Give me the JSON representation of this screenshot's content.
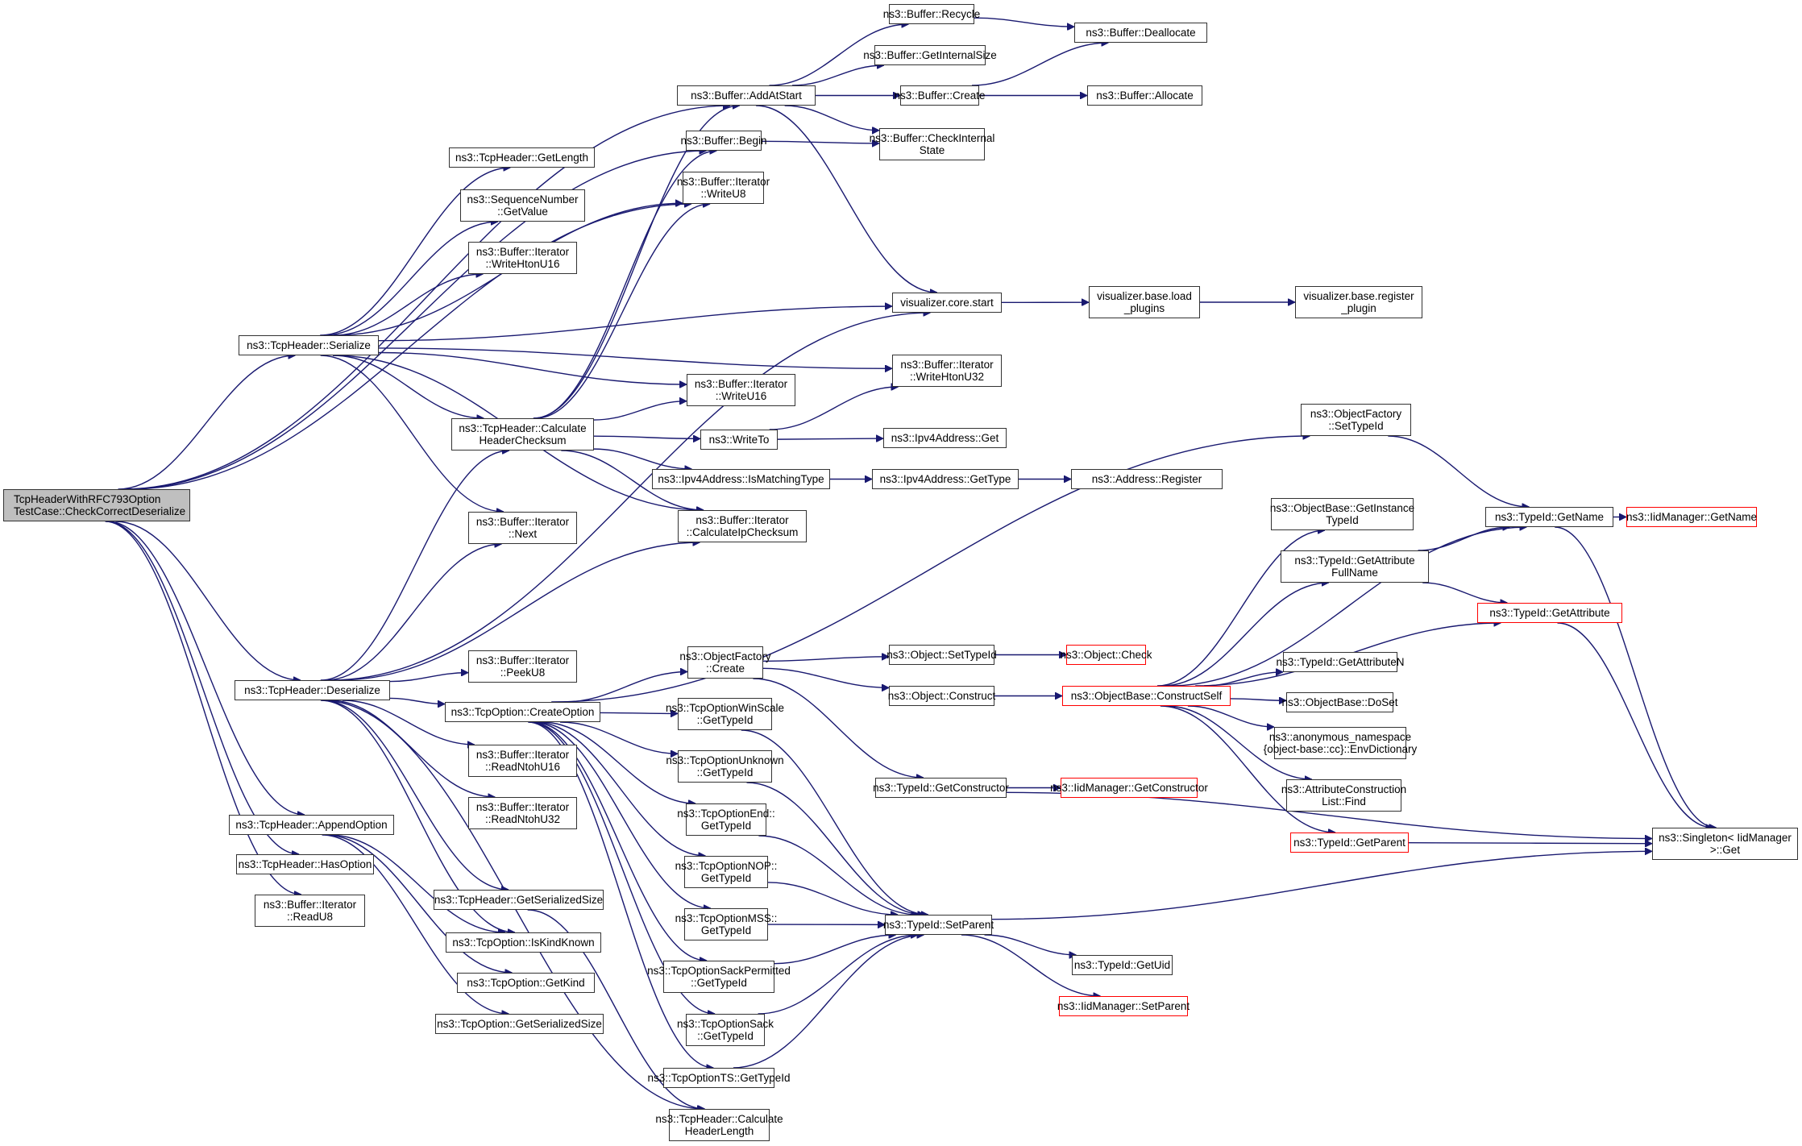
{
  "title": "Call graph: TcpHeaderWithRFC793OptionTestCase::CheckCorrectDeserialize",
  "colors": {
    "edge": "#191970",
    "root_fill": "#bfbfbf",
    "truncated_border": "#ff0000",
    "border": "#333333"
  },
  "nodes": [
    {
      "id": "root",
      "label": "TcpHeaderWithRFC793Option\nTestCase::CheckCorrectDeserialize",
      "kind": "root"
    },
    {
      "id": "ser",
      "label": "ns3::TcpHeader::Serialize"
    },
    {
      "id": "deser",
      "label": "ns3::TcpHeader::Deserialize"
    },
    {
      "id": "append",
      "label": "ns3::TcpHeader::AppendOption"
    },
    {
      "id": "hasopt",
      "label": "ns3::TcpHeader::HasOption"
    },
    {
      "id": "readu8",
      "label": "ns3::Buffer::Iterator\n::ReadU8"
    },
    {
      "id": "getlen",
      "label": "ns3::TcpHeader::GetLength"
    },
    {
      "id": "seqval",
      "label": "ns3::SequenceNumber\n::GetValue"
    },
    {
      "id": "whu16",
      "label": "ns3::Buffer::Iterator\n::WriteHtonU16"
    },
    {
      "id": "calchk",
      "label": "ns3::TcpHeader::Calculate\nHeaderChecksum"
    },
    {
      "id": "next",
      "label": "ns3::Buffer::Iterator\n::Next"
    },
    {
      "id": "peeku8",
      "label": "ns3::Buffer::Iterator\n::PeekU8"
    },
    {
      "id": "createopt",
      "label": "ns3::TcpOption::CreateOption"
    },
    {
      "id": "rnu16",
      "label": "ns3::Buffer::Iterator\n::ReadNtohU16"
    },
    {
      "id": "rnu32",
      "label": "ns3::Buffer::Iterator\n::ReadNtohU32"
    },
    {
      "id": "getser",
      "label": "ns3::TcpHeader::GetSerializedSize"
    },
    {
      "id": "iskind",
      "label": "ns3::TcpOption::IsKindKnown"
    },
    {
      "id": "getkind",
      "label": "ns3::TcpOption::GetKind"
    },
    {
      "id": "optser",
      "label": "ns3::TcpOption::GetSerializedSize"
    },
    {
      "id": "addstart",
      "label": "ns3::Buffer::AddAtStart"
    },
    {
      "id": "begin",
      "label": "ns3::Buffer::Begin"
    },
    {
      "id": "wu8",
      "label": "ns3::Buffer::Iterator\n::WriteU8"
    },
    {
      "id": "wu16",
      "label": "ns3::Buffer::Iterator\n::WriteU16"
    },
    {
      "id": "writeto",
      "label": "ns3::WriteTo"
    },
    {
      "id": "ismatch",
      "label": "ns3::Ipv4Address::IsMatchingType"
    },
    {
      "id": "calcip",
      "label": "ns3::Buffer::Iterator\n::CalculateIpChecksum"
    },
    {
      "id": "ofcreate",
      "label": "ns3::ObjectFactory\n::Create"
    },
    {
      "id": "winscale",
      "label": "ns3::TcpOptionWinScale\n::GetTypeId"
    },
    {
      "id": "unknown",
      "label": "ns3::TcpOptionUnknown\n::GetTypeId"
    },
    {
      "id": "optend",
      "label": "ns3::TcpOptionEnd::\nGetTypeId"
    },
    {
      "id": "optnop",
      "label": "ns3::TcpOptionNOP::\nGetTypeId"
    },
    {
      "id": "optmss",
      "label": "ns3::TcpOptionMSS::\nGetTypeId"
    },
    {
      "id": "sackperm",
      "label": "ns3::TcpOptionSackPermitted\n::GetTypeId"
    },
    {
      "id": "sack",
      "label": "ns3::TcpOptionSack\n::GetTypeId"
    },
    {
      "id": "optts",
      "label": "ns3::TcpOptionTS::GetTypeId"
    },
    {
      "id": "calclen",
      "label": "ns3::TcpHeader::Calculate\nHeaderLength"
    },
    {
      "id": "recycle",
      "label": "ns3::Buffer::Recycle"
    },
    {
      "id": "intsize",
      "label": "ns3::Buffer::GetInternalSize"
    },
    {
      "id": "bcreate",
      "label": "ns3::Buffer::Create"
    },
    {
      "id": "chkint",
      "label": "ns3::Buffer::CheckInternal\nState"
    },
    {
      "id": "vstart",
      "label": "visualizer.core.start"
    },
    {
      "id": "whu32",
      "label": "ns3::Buffer::Iterator\n::WriteHtonU32"
    },
    {
      "id": "ipget",
      "label": "ns3::Ipv4Address::Get"
    },
    {
      "id": "iptype",
      "label": "ns3::Ipv4Address::GetType"
    },
    {
      "id": "osettid",
      "label": "ns3::Object::SetTypeId"
    },
    {
      "id": "oconstruct",
      "label": "ns3::Object::Construct"
    },
    {
      "id": "getctor",
      "label": "ns3::TypeId::GetConstructor"
    },
    {
      "id": "setparent",
      "label": "ns3::TypeId::SetParent"
    },
    {
      "id": "dealloc",
      "label": "ns3::Buffer::Deallocate"
    },
    {
      "id": "alloc",
      "label": "ns3::Buffer::Allocate"
    },
    {
      "id": "loadpl",
      "label": "visualizer.base.load\n_plugins"
    },
    {
      "id": "addrreg",
      "label": "ns3::Address::Register"
    },
    {
      "id": "ocheck",
      "label": "ns3::Object::Check",
      "kind": "red"
    },
    {
      "id": "cself",
      "label": "ns3::ObjectBase::ConstructSelf",
      "kind": "red"
    },
    {
      "id": "iidctor",
      "label": "ns3::IidManager::GetConstructor",
      "kind": "red"
    },
    {
      "id": "getuid",
      "label": "ns3::TypeId::GetUid"
    },
    {
      "id": "iidsetp",
      "label": "ns3::IidManager::SetParent",
      "kind": "red"
    },
    {
      "id": "regpl",
      "label": "visualizer.base.register\n_plugin"
    },
    {
      "id": "ofsettid",
      "label": "ns3::ObjectFactory\n::SetTypeId"
    },
    {
      "id": "instid",
      "label": "ns3::ObjectBase::GetInstance\nTypeId"
    },
    {
      "id": "attrfull",
      "label": "ns3::TypeId::GetAttribute\nFullName"
    },
    {
      "id": "attrn",
      "label": "ns3::TypeId::GetAttributeN"
    },
    {
      "id": "doset",
      "label": "ns3::ObjectBase::DoSet"
    },
    {
      "id": "envdict",
      "label": "ns3::anonymous_namespace\n{object-base::cc}::EnvDictionary"
    },
    {
      "id": "aclfind",
      "label": "ns3::AttributeConstruction\nList::Find"
    },
    {
      "id": "getparent",
      "label": "ns3::TypeId::GetParent",
      "kind": "red"
    },
    {
      "id": "getname",
      "label": "ns3::TypeId::GetName"
    },
    {
      "id": "getattr",
      "label": "ns3::TypeId::GetAttribute",
      "kind": "red"
    },
    {
      "id": "iidname",
      "label": "ns3::IidManager::GetName",
      "kind": "red"
    },
    {
      "id": "singleton",
      "label": "ns3::Singleton< IidManager\n>::Get"
    }
  ],
  "edges": [
    [
      "root",
      "addstart"
    ],
    [
      "root",
      "begin"
    ],
    [
      "root",
      "wu8"
    ],
    [
      "root",
      "ser"
    ],
    [
      "root",
      "deser"
    ],
    [
      "root",
      "append"
    ],
    [
      "root",
      "hasopt"
    ],
    [
      "root",
      "readu8"
    ],
    [
      "ser",
      "getlen"
    ],
    [
      "ser",
      "seqval"
    ],
    [
      "ser",
      "whu16"
    ],
    [
      "ser",
      "vstart"
    ],
    [
      "ser",
      "whu32"
    ],
    [
      "ser",
      "wu16"
    ],
    [
      "ser",
      "calchk"
    ],
    [
      "ser",
      "next"
    ],
    [
      "ser",
      "calcip"
    ],
    [
      "ser",
      "wu8"
    ],
    [
      "calchk",
      "addstart"
    ],
    [
      "calchk",
      "begin"
    ],
    [
      "calchk",
      "wu8"
    ],
    [
      "calchk",
      "wu16"
    ],
    [
      "calchk",
      "writeto"
    ],
    [
      "calchk",
      "ismatch"
    ],
    [
      "calchk",
      "calcip"
    ],
    [
      "deser",
      "calchk"
    ],
    [
      "deser",
      "next"
    ],
    [
      "deser",
      "calcip"
    ],
    [
      "deser",
      "vstart"
    ],
    [
      "deser",
      "peeku8"
    ],
    [
      "deser",
      "createopt"
    ],
    [
      "deser",
      "rnu16"
    ],
    [
      "deser",
      "rnu32"
    ],
    [
      "deser",
      "getser"
    ],
    [
      "deser",
      "iskind"
    ],
    [
      "deser",
      "calclen"
    ],
    [
      "append",
      "iskind"
    ],
    [
      "append",
      "getkind"
    ],
    [
      "append",
      "optser"
    ],
    [
      "createopt",
      "ofsettid"
    ],
    [
      "createopt",
      "ofcreate"
    ],
    [
      "createopt",
      "winscale"
    ],
    [
      "createopt",
      "unknown"
    ],
    [
      "createopt",
      "optend"
    ],
    [
      "createopt",
      "optnop"
    ],
    [
      "createopt",
      "optmss"
    ],
    [
      "createopt",
      "sackperm"
    ],
    [
      "createopt",
      "sack"
    ],
    [
      "createopt",
      "optts"
    ],
    [
      "getser",
      "calclen"
    ],
    [
      "addstart",
      "recycle"
    ],
    [
      "addstart",
      "intsize"
    ],
    [
      "addstart",
      "bcreate"
    ],
    [
      "addstart",
      "chkint"
    ],
    [
      "addstart",
      "vstart"
    ],
    [
      "begin",
      "chkint"
    ],
    [
      "recycle",
      "dealloc"
    ],
    [
      "bcreate",
      "dealloc"
    ],
    [
      "bcreate",
      "alloc"
    ],
    [
      "vstart",
      "loadpl"
    ],
    [
      "loadpl",
      "regpl"
    ],
    [
      "writeto",
      "whu32"
    ],
    [
      "writeto",
      "ipget"
    ],
    [
      "ismatch",
      "iptype"
    ],
    [
      "iptype",
      "addrreg"
    ],
    [
      "ofcreate",
      "osettid"
    ],
    [
      "ofcreate",
      "oconstruct"
    ],
    [
      "ofcreate",
      "getctor"
    ],
    [
      "osettid",
      "ocheck"
    ],
    [
      "oconstruct",
      "cself"
    ],
    [
      "getctor",
      "iidctor"
    ],
    [
      "getctor",
      "singleton"
    ],
    [
      "winscale",
      "setparent"
    ],
    [
      "unknown",
      "setparent"
    ],
    [
      "optend",
      "setparent"
    ],
    [
      "optnop",
      "setparent"
    ],
    [
      "optmss",
      "setparent"
    ],
    [
      "sackperm",
      "setparent"
    ],
    [
      "sack",
      "setparent"
    ],
    [
      "optts",
      "setparent"
    ],
    [
      "setparent",
      "singleton"
    ],
    [
      "setparent",
      "getuid"
    ],
    [
      "setparent",
      "iidsetp"
    ],
    [
      "cself",
      "getname"
    ],
    [
      "cself",
      "instid"
    ],
    [
      "cself",
      "attrfull"
    ],
    [
      "cself",
      "getattr"
    ],
    [
      "cself",
      "attrn"
    ],
    [
      "cself",
      "doset"
    ],
    [
      "cself",
      "envdict"
    ],
    [
      "cself",
      "aclfind"
    ],
    [
      "cself",
      "getparent"
    ],
    [
      "ofsettid",
      "getname"
    ],
    [
      "attrfull",
      "getname"
    ],
    [
      "attrfull",
      "getattr"
    ],
    [
      "getname",
      "iidname"
    ],
    [
      "getname",
      "singleton"
    ],
    [
      "getattr",
      "singleton"
    ],
    [
      "getparent",
      "singleton"
    ]
  ]
}
